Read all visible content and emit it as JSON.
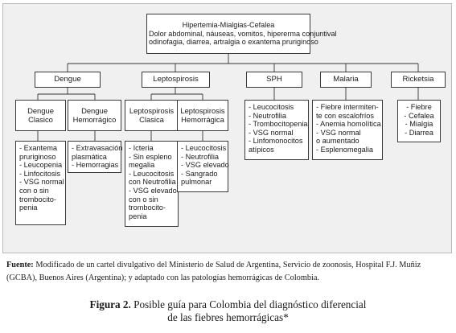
{
  "root": {
    "lines": [
      "Hipertemia-Mialgias-Cefalea",
      "Dolor abdominal, náuseas, vomitos, hipererma conjuntival",
      "odinofagia, diarrea, artralgia o exantema pruriginoso"
    ]
  },
  "categories": {
    "dengue": "Dengue",
    "leptospirosis": "Leptospirosis",
    "sph": "SPH",
    "malaria": "Malaria",
    "ricketsia": "Ricketsia"
  },
  "subtypes": {
    "dengue_clasico": [
      "Dengue",
      "Clasico"
    ],
    "dengue_hemorragico": [
      "Dengue",
      "Hemorrágico"
    ],
    "lepto_clasica": [
      "Leptospirosis",
      "Clasica"
    ],
    "lepto_hemorragica": [
      "Leptospirosis",
      "Hemorrágica"
    ]
  },
  "findings": {
    "dengue_clasico": [
      "- Exantema",
      "pruriginoso",
      "- Leucopenia",
      "- Linfocitosis",
      "- VSG normal",
      "con o sin",
      "trombocito-",
      "penia"
    ],
    "dengue_hemorragico": [
      "- Extravasación",
      "plasmática",
      "- Hemorragias"
    ],
    "lepto_clasica": [
      "- Icteria",
      "- Sin espleno",
      "megalia",
      "- Leucocitosis",
      "con Neutrofilia",
      "- VSG elevado",
      "con o sin",
      "trombocito-",
      "penia"
    ],
    "lepto_hemorragica": [
      "- Leucocitosis",
      "- Neutrofilia",
      "- VSG elevado",
      "- Sangrado",
      "pulmonar"
    ],
    "sph": [
      "- Leucocitosis",
      "- Neutrofilia",
      "- Trombocitopenia",
      "- VSG normal",
      "- Linfomonocitos",
      "atípicos"
    ],
    "malaria": [
      "- Fiebre intermiten-",
      "te con escalofríos",
      "- Anemia homolítica",
      "- VSG normal",
      "o aumentado",
      "- Esplenomegalia"
    ],
    "ricketsia": [
      "- Fiebre",
      "- Cefalea",
      "- Mialgia",
      "- Diarrea"
    ]
  },
  "source": {
    "label": "Fuente:",
    "text": " Modificado de un cartel divulgativo del Ministerio de Salud de Argentina, Servicio de zoonosis, Hospital F.J. Muñiz (GCBA), Buenos Aires (Argentina); y adaptado con las patologías hemorrágicas de Colombia."
  },
  "caption": {
    "label": "Figura 2.",
    "line1": " Posible guía para Colombia del diagnóstico diferencial",
    "line2": "de las fiebres hemorrágicas*"
  },
  "colors": {
    "panel": "#f0f0f0",
    "box_border": "#3a3a3a",
    "connector": "#333333"
  }
}
